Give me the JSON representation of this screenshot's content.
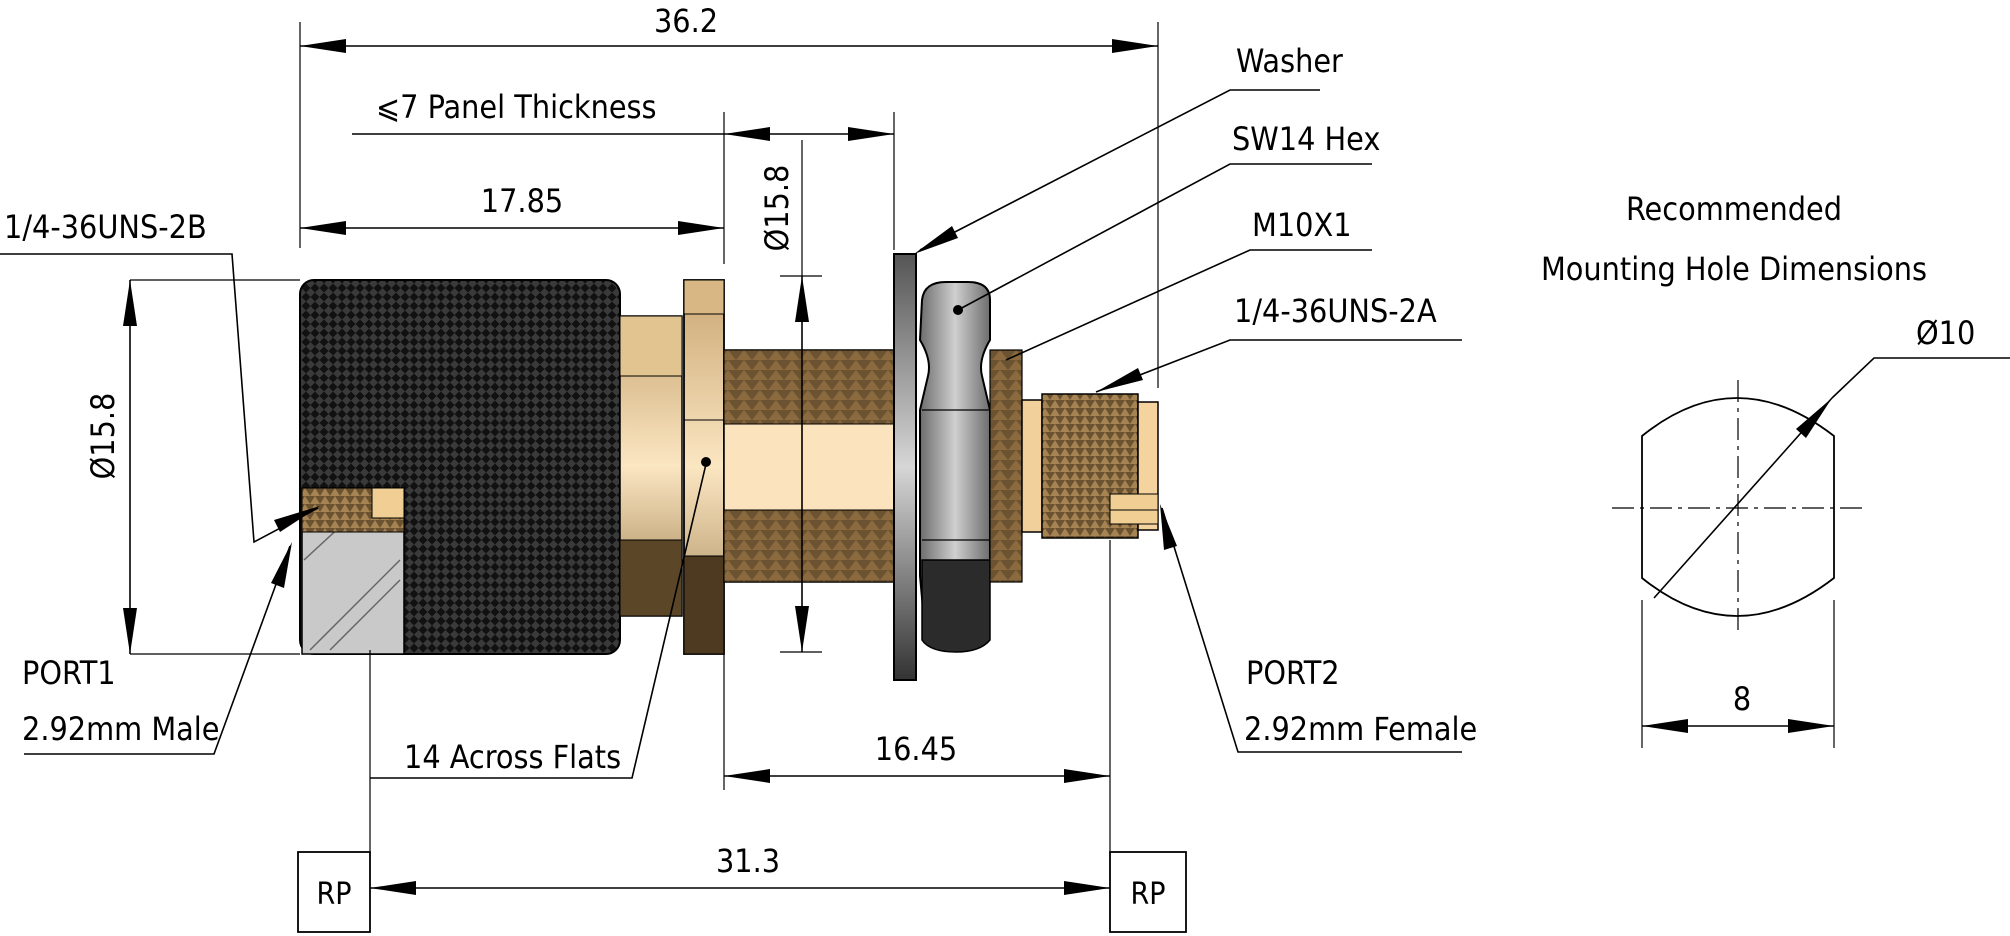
{
  "dimensions": {
    "overall_length": "36.2",
    "panel_thickness": "⩽7 Panel Thickness",
    "body_length": "17.85",
    "flange_diameter": "Ø15.8",
    "knurl_diameter": "Ø15.8",
    "bulkhead_length": "16.45",
    "reference_plane_span": "31.3"
  },
  "callouts": {
    "washer": "Washer",
    "hex_nut": "SW14 Hex",
    "mounting_thread": "M10X1",
    "port2_thread": "1/4-36UNS-2A",
    "port1_thread": "1/4-36UNS-2B",
    "across_flats": "14 Across Flats",
    "port1_name": "PORT1",
    "port1_type": "2.92mm Male",
    "port2_name": "PORT2",
    "port2_type": "2.92mm Female"
  },
  "reference_planes": [
    "RP",
    "RP"
  ],
  "mounting_hole": {
    "title_line1": "Recommended",
    "title_line2": "Mounting Hole Dimensions",
    "diameter": "Ø10",
    "flat_width": "8"
  },
  "colors": {
    "brass_light": "#f6dcb0",
    "brass_dark": "#5c4628",
    "knurl": "#1a1a1a",
    "nut_steel": "#9a9a9a",
    "port_gray": "#c9c9c9"
  }
}
